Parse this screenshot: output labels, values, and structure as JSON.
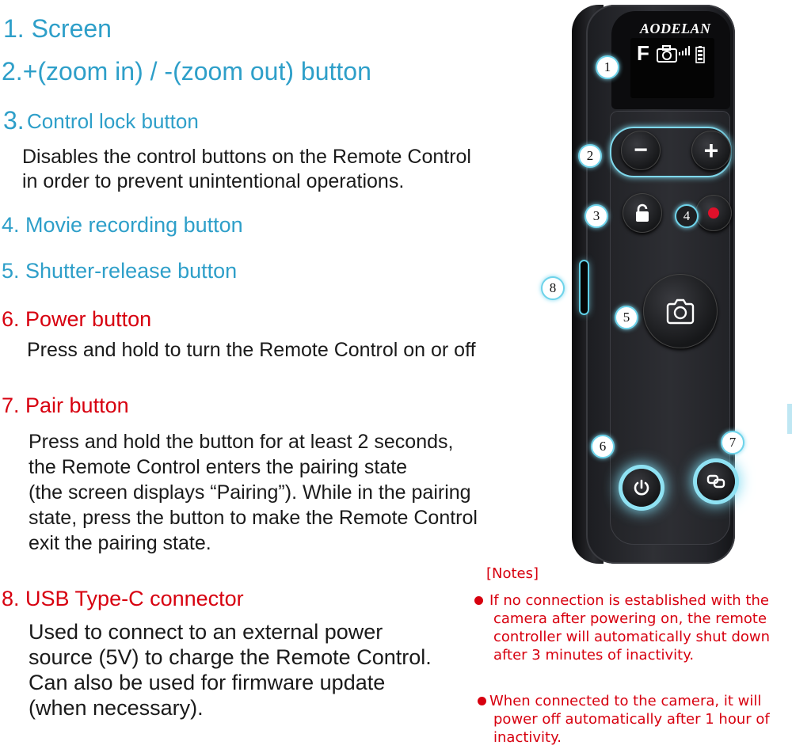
{
  "items": [
    {
      "heading": "1. Screen"
    },
    {
      "heading": "2.+(zoom in) / -(zoom out) button"
    },
    {
      "num": "3.",
      "heading": "Control lock button",
      "desc": [
        "Disables the control buttons on the Remote Control",
        "in order to prevent unintentional operations."
      ]
    },
    {
      "heading": "4. Movie recording button"
    },
    {
      "heading": "5. Shutter-release button"
    },
    {
      "heading": "6. Power button",
      "desc": [
        "Press and hold to turn the Remote Control on or off"
      ]
    },
    {
      "heading": "7. Pair button",
      "desc": [
        "Press and hold the button for at least 2 seconds,",
        "the Remote Control enters the pairing state",
        "(the screen displays “Pairing”). While in the pairing",
        "state, press the button to make the Remote Control",
        "exit the pairing state."
      ]
    },
    {
      "heading": "8. USB Type-C connector",
      "desc": [
        "Used to connect to an external power",
        "source (5V) to charge the Remote Control.",
        "Can also be used for firmware update",
        "(when necessary)."
      ]
    }
  ],
  "notes": {
    "title": "[Notes]",
    "entries": [
      [
        "If no connection is established with the",
        "camera after powering on, the remote",
        "controller will automatically shut down",
        "after 3 minutes of inactivity."
      ],
      [
        "When connected to the camera, it will",
        "power off automatically after 1 hour of",
        "inactivity."
      ]
    ]
  },
  "device": {
    "brand": "AODELAN",
    "screen_mode": "F",
    "callouts": [
      "1",
      "2",
      "3",
      "4",
      "5",
      "6",
      "7",
      "8"
    ],
    "buttons": {
      "zoom_out": "−",
      "zoom_in": "+"
    }
  },
  "colors": {
    "heading_blue": "#2e9fc9",
    "heading_red": "#d7000f",
    "glow": "#7fdaf0",
    "record_dot": "#e0102a"
  }
}
